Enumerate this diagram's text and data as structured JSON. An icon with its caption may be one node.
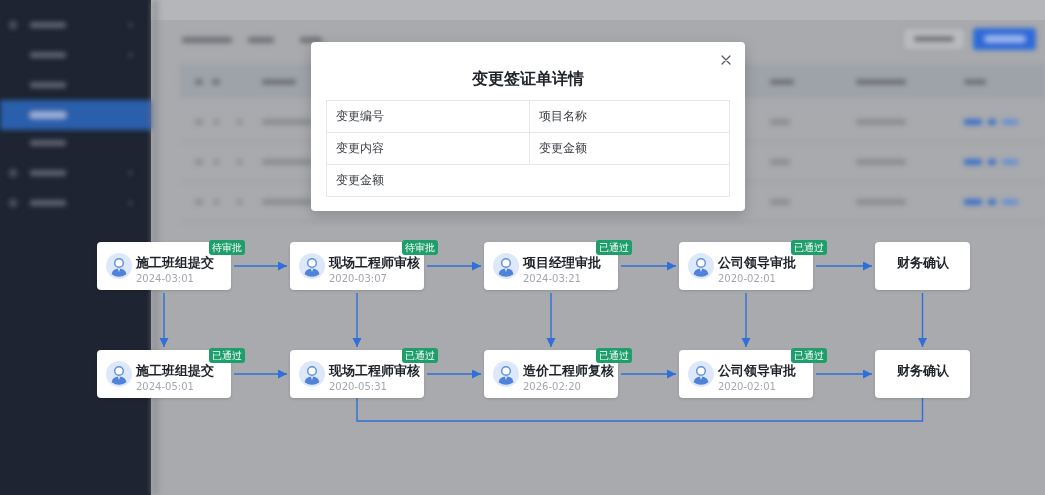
{
  "diagram": {
    "nodes": [
      {
        "text": [
          "变更签证单详情"
        ]
      },
      {
        "text": [
          "施工班组提交",
          "2024-03:01",
          "待审批"
        ]
      },
      {
        "text": [
          "现场工程师审核",
          "2020-03:07",
          "待审批"
        ]
      },
      {
        "text": [
          "项目经理审批",
          "2024-03:21",
          "已通过"
        ]
      },
      {
        "text": [
          "公司领导审批",
          "2020-02:01",
          "已通过"
        ]
      },
      {
        "text": [
          "财务确认"
        ]
      },
      {
        "text": [
          "施工班组提交",
          "2024-05:01",
          "已通过"
        ]
      },
      {
        "text": [
          "现场工程师审核",
          "2020-05:31",
          "已通过"
        ]
      },
      {
        "text": [
          "造价工程师复核",
          "2026-02:20",
          "已通过"
        ]
      },
      {
        "text": [
          "公司领导审批",
          "2020-02:01",
          "已通过"
        ]
      },
      {
        "text": [
          "财务确认"
        ]
      }
    ],
    "edges": [
      {
        "from": 1,
        "to": 2,
        "arrow": "to"
      },
      {
        "from": 2,
        "to": 3,
        "arrow": "to"
      },
      {
        "from": 3,
        "to": 4,
        "arrow": "to"
      },
      {
        "from": 4,
        "to": 5,
        "arrow": "to"
      },
      {
        "from": 1,
        "to": 6,
        "arrow": "to"
      },
      {
        "from": 2,
        "to": 7,
        "arrow": "to"
      },
      {
        "from": 3,
        "to": 8,
        "arrow": "to"
      },
      {
        "from": 4,
        "to": 9,
        "arrow": "to"
      },
      {
        "from": 5,
        "to": 10,
        "arrow": "to"
      },
      {
        "from": 6,
        "to": 7,
        "arrow": "to"
      },
      {
        "from": 7,
        "to": 8,
        "arrow": "to"
      },
      {
        "from": 8,
        "to": 9,
        "arrow": "to"
      },
      {
        "from": 9,
        "to": 10,
        "arrow": "to"
      },
      {
        "from": 7,
        "to": 10,
        "arrow": "none"
      }
    ],
    "labels": [
      "变更编号",
      "项目名称",
      "变更内容",
      "变更金额",
      "变更金额"
    ]
  }
}
